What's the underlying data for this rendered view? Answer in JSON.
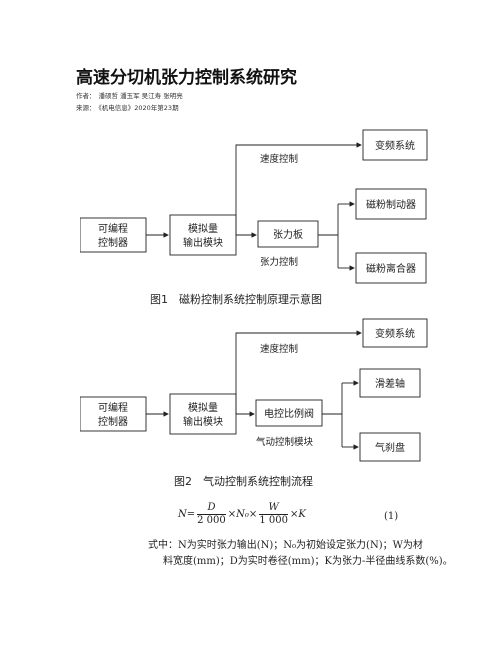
{
  "header": {
    "title": "高速分切机张力控制系统研究",
    "authors_label": "作者：",
    "authors": "潘硕哲 潘玉军 吴江寿 张明亮",
    "source_label": "来源：",
    "source": "《机电信息》2020年第23期"
  },
  "figure1": {
    "boxes": {
      "plc": [
        "可编程",
        "控制器"
      ],
      "analog": [
        "模拟量",
        "输出模块"
      ],
      "tension_board": "张力板",
      "inverter": "变频系统",
      "brake": "磁粉制动器",
      "clutch": "磁粉离合器"
    },
    "labels": {
      "speed": "速度控制",
      "tension": "张力控制"
    },
    "caption": "图1　磁粉控制系统控制原理示意图"
  },
  "figure2": {
    "boxes": {
      "plc": [
        "可编程",
        "控制器"
      ],
      "analog": [
        "模拟量",
        "输出模块"
      ],
      "valve": "电控比例阀",
      "inverter": "变频系统",
      "shaft": "滑差轴",
      "disc": "气刹盘"
    },
    "labels": {
      "speed": "速度控制",
      "pneumatic": "气动控制模块"
    },
    "caption": "图2　气动控制系统控制流程"
  },
  "formula": {
    "lhs": "N=",
    "f1_num": "D",
    "f1_den": "2 000",
    "times1": "×N₀×",
    "f2_num": "W",
    "f2_den": "1 000",
    "times2": "×K",
    "number": "(1)"
  },
  "description": {
    "line1": "式中：N为实时张力输出(N)；N₀为初始设定张力(N)；W为材",
    "line2": "料宽度(mm)；D为实时卷径(mm)；K为张力-半径曲线系数(%)。"
  }
}
